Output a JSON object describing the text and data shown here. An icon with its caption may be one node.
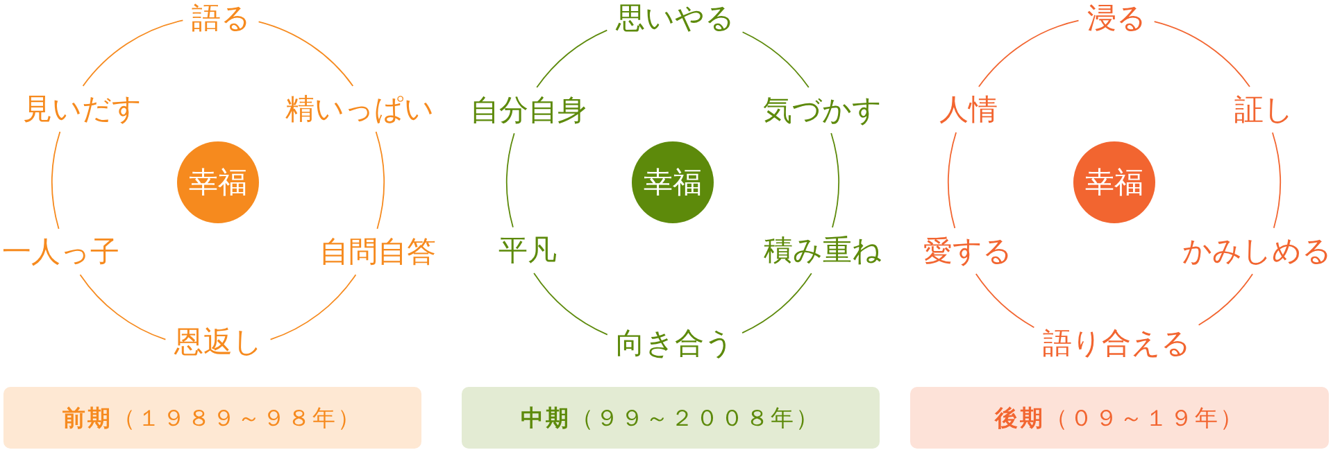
{
  "diagram": {
    "nodes": [
      {
        "text": [
          "語る"
        ]
      },
      {
        "text": [
          "見いだす"
        ]
      },
      {
        "text": [
          "精いっぱい"
        ]
      },
      {
        "text": [
          "幸福"
        ]
      },
      {
        "text": [
          "一人っ子"
        ]
      },
      {
        "text": [
          "自問自答"
        ]
      },
      {
        "text": [
          "恩返し"
        ]
      },
      {
        "text": [
          "**前期**（１９８９～９８年）"
        ]
      },
      {
        "text": [
          "思いやる"
        ]
      },
      {
        "text": [
          "自分自身"
        ]
      },
      {
        "text": [
          "気づかす"
        ]
      },
      {
        "text": [
          "幸福"
        ]
      },
      {
        "text": [
          "平凡"
        ]
      },
      {
        "text": [
          "積み重ね"
        ]
      },
      {
        "text": [
          "向き合う"
        ]
      },
      {
        "text": [
          "**中期**（９９～２００８年）"
        ]
      },
      {
        "text": [
          "浸る"
        ]
      },
      {
        "text": [
          "人情"
        ]
      },
      {
        "text": [
          "証し"
        ]
      },
      {
        "text": [
          "幸福"
        ]
      },
      {
        "text": [
          "愛する"
        ]
      },
      {
        "text": [
          "かみしめる"
        ]
      },
      {
        "text": [
          "語り合える"
        ]
      },
      {
        "text": [
          "**後期**（０９～１９年）"
        ]
      }
    ],
    "edges": [
      {
        "from": 0,
        "to": 2,
        "arrow": "none",
        "color": "#f68a1e"
      },
      {
        "from": 2,
        "to": 5,
        "arrow": "none",
        "color": "#f68a1e"
      },
      {
        "from": 5,
        "to": 6,
        "arrow": "none",
        "color": "#f68a1e"
      },
      {
        "from": 6,
        "to": 4,
        "arrow": "none",
        "color": "#f68a1e"
      },
      {
        "from": 4,
        "to": 1,
        "arrow": "none",
        "color": "#f68a1e"
      },
      {
        "from": 1,
        "to": 0,
        "arrow": "none",
        "color": "#f68a1e"
      },
      {
        "from": 8,
        "to": 10,
        "arrow": "none",
        "color": "#5d8a0b"
      },
      {
        "from": 10,
        "to": 13,
        "arrow": "none",
        "color": "#5d8a0b"
      },
      {
        "from": 13,
        "to": 14,
        "arrow": "none",
        "color": "#5d8a0b"
      },
      {
        "from": 14,
        "to": 12,
        "arrow": "none",
        "color": "#5d8a0b"
      },
      {
        "from": 12,
        "to": 9,
        "arrow": "none",
        "color": "#5d8a0b"
      },
      {
        "from": 9,
        "to": 8,
        "arrow": "none",
        "color": "#5d8a0b"
      },
      {
        "from": 16,
        "to": 18,
        "arrow": "none",
        "color": "#f26530"
      },
      {
        "from": 18,
        "to": 21,
        "arrow": "none",
        "color": "#f26530"
      },
      {
        "from": 21,
        "to": 22,
        "arrow": "none",
        "color": "#f26530"
      },
      {
        "from": 22,
        "to": 20,
        "arrow": "none",
        "color": "#f26530"
      },
      {
        "from": 20,
        "to": 17,
        "arrow": "none",
        "color": "#f26530"
      },
      {
        "from": 17,
        "to": 16,
        "arrow": "none",
        "color": "#f26530"
      }
    ]
  }
}
